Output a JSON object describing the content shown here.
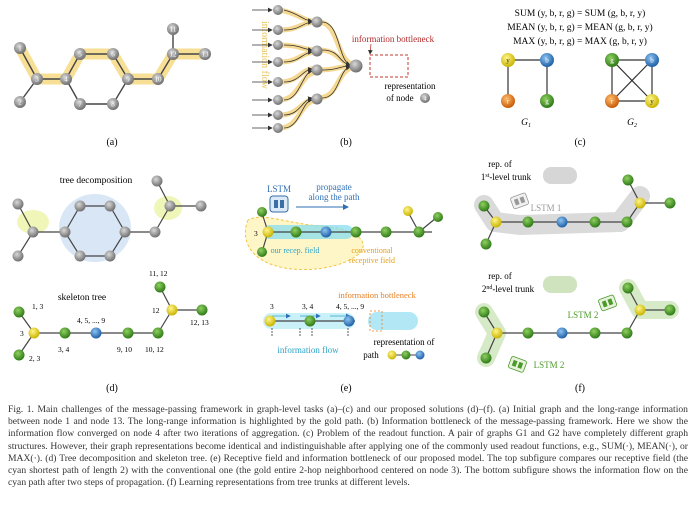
{
  "panels": {
    "a": {
      "label": "(a)",
      "nodes": [
        "1",
        "2",
        "3",
        "4",
        "5",
        "6",
        "7",
        "8",
        "9",
        "10",
        "11",
        "12",
        "13"
      ]
    },
    "b": {
      "label": "(b)",
      "flow_text": "information flow",
      "bottleneck_text": "information bottleneck",
      "rep_line1": "representation",
      "rep_line2": "of node",
      "node": "4"
    },
    "c": {
      "label": "(c)",
      "eq_sum": "SUM (y, b, r, g) = SUM (g, b, r, y)",
      "eq_mean": "MEAN (y, b, r, g) = MEAN (g, b, r, y)",
      "eq_max": "MAX (y, b, r, g) = MAX (g, b, r, y)",
      "g1": "G",
      "g1_sub": "1",
      "g2": "G",
      "g2_sub": "2",
      "node_labels": [
        "y",
        "b",
        "r",
        "g"
      ]
    },
    "d": {
      "label": "(d)",
      "tree_decomp": "tree decomposition",
      "skeleton": "skeleton tree",
      "skel_labels": [
        "1, 3",
        "3",
        "2, 3",
        "3, 4",
        "4, 5, ..., 9",
        "9, 10",
        "10, 12",
        "12",
        "11, 12",
        "12, 13"
      ]
    },
    "e": {
      "label": "(e)",
      "lstm": "LSTM",
      "propagate1": "propagate",
      "propagate2": "along the path",
      "recep": "our recep. field",
      "conv1": "conventional",
      "conv2": "receptive field",
      "bottleneck": "information bottleneck",
      "flow": "information flow",
      "rep1": "representation of",
      "rep2": "path",
      "nodes": [
        "3",
        "3, 4",
        "4, 5, ..., 9"
      ],
      "node3": "3"
    },
    "f": {
      "label": "(f)",
      "rep1a": "rep. of",
      "rep1b": "1",
      "rep1c": "st",
      "rep1d": "-level trunk",
      "rep2a": "rep. of",
      "rep2b": "2",
      "rep2c": "nd",
      "rep2d": "-level trunk",
      "lstm1": "LSTM 1",
      "lstm2": "LSTM 2"
    }
  },
  "caption": {
    "fig": "Fig. 1.",
    "text": "Main challenges of the message-passing framework in graph-level tasks (a)–(c) and our proposed solutions (d)–(f). (a) Initial graph and the long-range information between node 1 and node 13. The long-range information is highlighted by the gold path. (b) Information bottleneck of the message-passing framework. Here we show the information flow converged on node 4 after two iterations of aggregation. (c) Problem of the readout function. A pair of graphs G1 and G2 have completely different graph structures. However, their graph representations become identical and indistinguishable after applying one of the commonly used readout functions, e.g., SUM(·), MEAN(·), or MAX(·). (d) Tree decomposition and skeleton tree. (e) Receptive field and information bottleneck of our proposed model. The top subfigure compares our receptive field (the cyan shortest path of length 2) with the conventional one (the gold entire 2-hop neighborhood centered on node 3). The bottom subfigure shows the information flow on the cyan path after two steps of propagation. (f) Learning representations from tree trunks at different levels."
  },
  "colors": {
    "gold": "#f2c94c",
    "cyan": "#7fdcef",
    "green": "#4c9a2a",
    "yellow": "#e6d21e",
    "blue": "#3a7fc2",
    "orange": "#e07b1a",
    "gray": "#8a8a8a"
  }
}
